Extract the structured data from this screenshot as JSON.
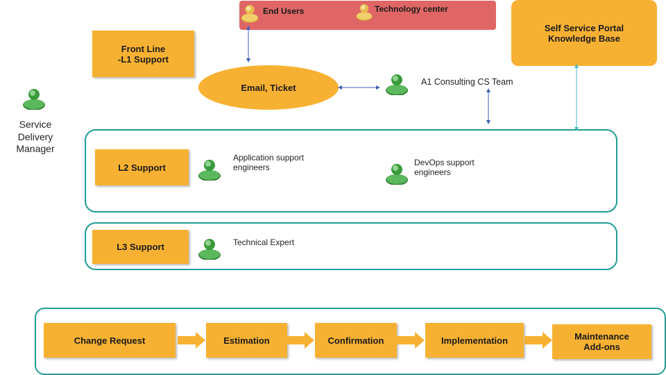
{
  "top_banner": {
    "end_users_label": "End Users",
    "technology_center_label": "Technology center"
  },
  "front_line": {
    "label_line1": "Front Line",
    "label_line2": "-L1 Support"
  },
  "email_ticket": {
    "label": "Email, Ticket"
  },
  "consulting_team": {
    "label": "A1 Consulting CS Team"
  },
  "self_service": {
    "label_line1": "Self Service Portal",
    "label_line2": "Knowledge Base"
  },
  "service_delivery_manager": {
    "line1": "Service",
    "line2": "Delivery",
    "line3": "Manager"
  },
  "l2": {
    "label": "L2 Support",
    "app_support_line1": "Application support",
    "app_support_line2": "engineers",
    "devops_line1": "DevOps support",
    "devops_line2": "engineers"
  },
  "l3": {
    "label": "L3 Support",
    "expert_label": "Technical Expert"
  },
  "process_steps": [
    "Change Request",
    "Estimation",
    "Confirmation",
    "Implementation",
    "Maintenance",
    "Add-ons"
  ],
  "colors": {
    "orange": "#f7b132",
    "teal": "#1f9c93",
    "banner_red": "#e06666",
    "person_green": "#3a9a3a",
    "person_tan": "#e0b84a",
    "connector_blue": "#3d5fb0",
    "connector_cyan": "#4ab6c8"
  }
}
